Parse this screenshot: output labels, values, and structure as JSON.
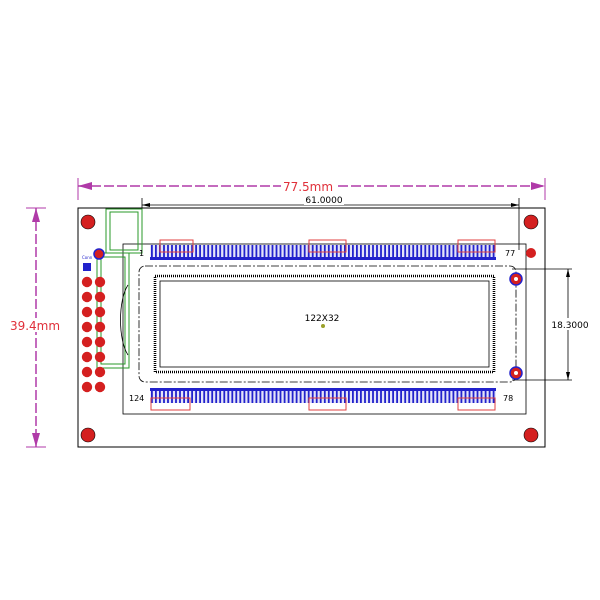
{
  "dimensions": {
    "overall_width": "77.5mm",
    "overall_height": "39.4mm",
    "pin_row_width": "61.0000",
    "window_height": "18.3000"
  },
  "lcd": {
    "resolution_label": "122X32"
  },
  "pins": {
    "top_left_label": "1",
    "top_right_label": "77",
    "bottom_left_label": "124",
    "bottom_right_label": "78",
    "tiny_label": "Conn"
  },
  "colors": {
    "dimension": "#b03aa8",
    "dimension_text": "#e0303a",
    "outline": "#000000",
    "pad": "#d42020",
    "trace": "#2222cc",
    "connector": "#2a9a2a"
  }
}
